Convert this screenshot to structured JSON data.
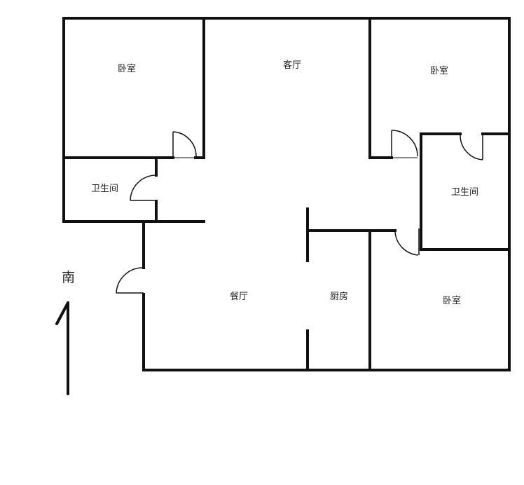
{
  "plan": {
    "rooms": {
      "bedroom_top_left": "卧室",
      "living_room": "客厅",
      "bedroom_top_right": "卧室",
      "bathroom_left": "卫生间",
      "bathroom_right": "卫生间",
      "dining_room": "餐厅",
      "kitchen": "厨房",
      "bedroom_bottom_right": "卧室"
    },
    "compass": {
      "label": "南"
    }
  }
}
